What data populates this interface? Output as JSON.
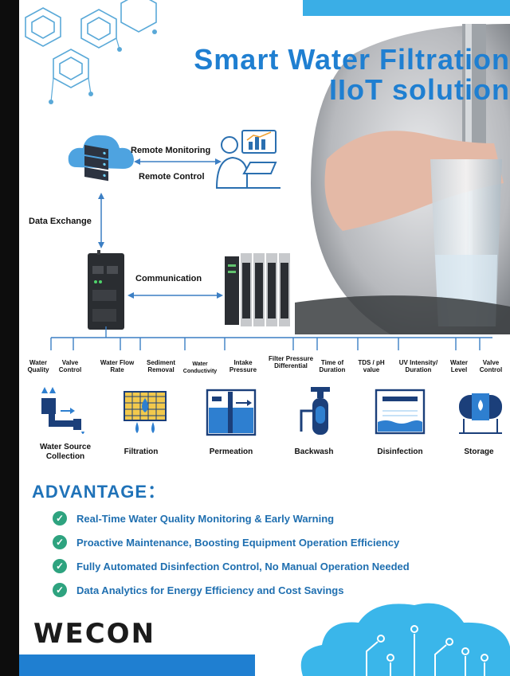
{
  "header": {
    "title_line1": "Smart Water Filtration",
    "title_line2": "IIoT solution"
  },
  "top_diagram": {
    "remote_monitoring": "Remote Monitoring",
    "remote_control": "Remote Control",
    "data_exchange": "Data Exchange",
    "communication": "Communication"
  },
  "parameters": [
    "Water Quality",
    "Valve Control",
    "Water Flow Rate",
    "Sediment Removal",
    "Water Conductivity",
    "Intake Pressure",
    "Filter Pressure Differential",
    "Time of Duration",
    "TDS / pH value",
    "UV Intensity/ Duration",
    "Water Level",
    "Valve Control"
  ],
  "stages": [
    "Water Source Collection",
    "Filtration",
    "Permeation",
    "Backwash",
    "Disinfection",
    "Storage"
  ],
  "advantage": {
    "title": "ADVANTAGE：",
    "items": [
      "Real-Time Water Quality Monitoring & Early Warning",
      "Proactive Maintenance, Boosting Equipment Operation Efficiency",
      "Fully Automated Disinfection Control, No Manual Operation Needed",
      "Data Analytics for Energy Efficiency and Cost Savings"
    ]
  },
  "brand": {
    "logo_text": "WECON"
  },
  "colors": {
    "accent_blue": "#1f7fd1",
    "advantage_blue": "#1f6fb0",
    "check_green": "#2ea37f",
    "light_blue": "#3aaee6"
  }
}
